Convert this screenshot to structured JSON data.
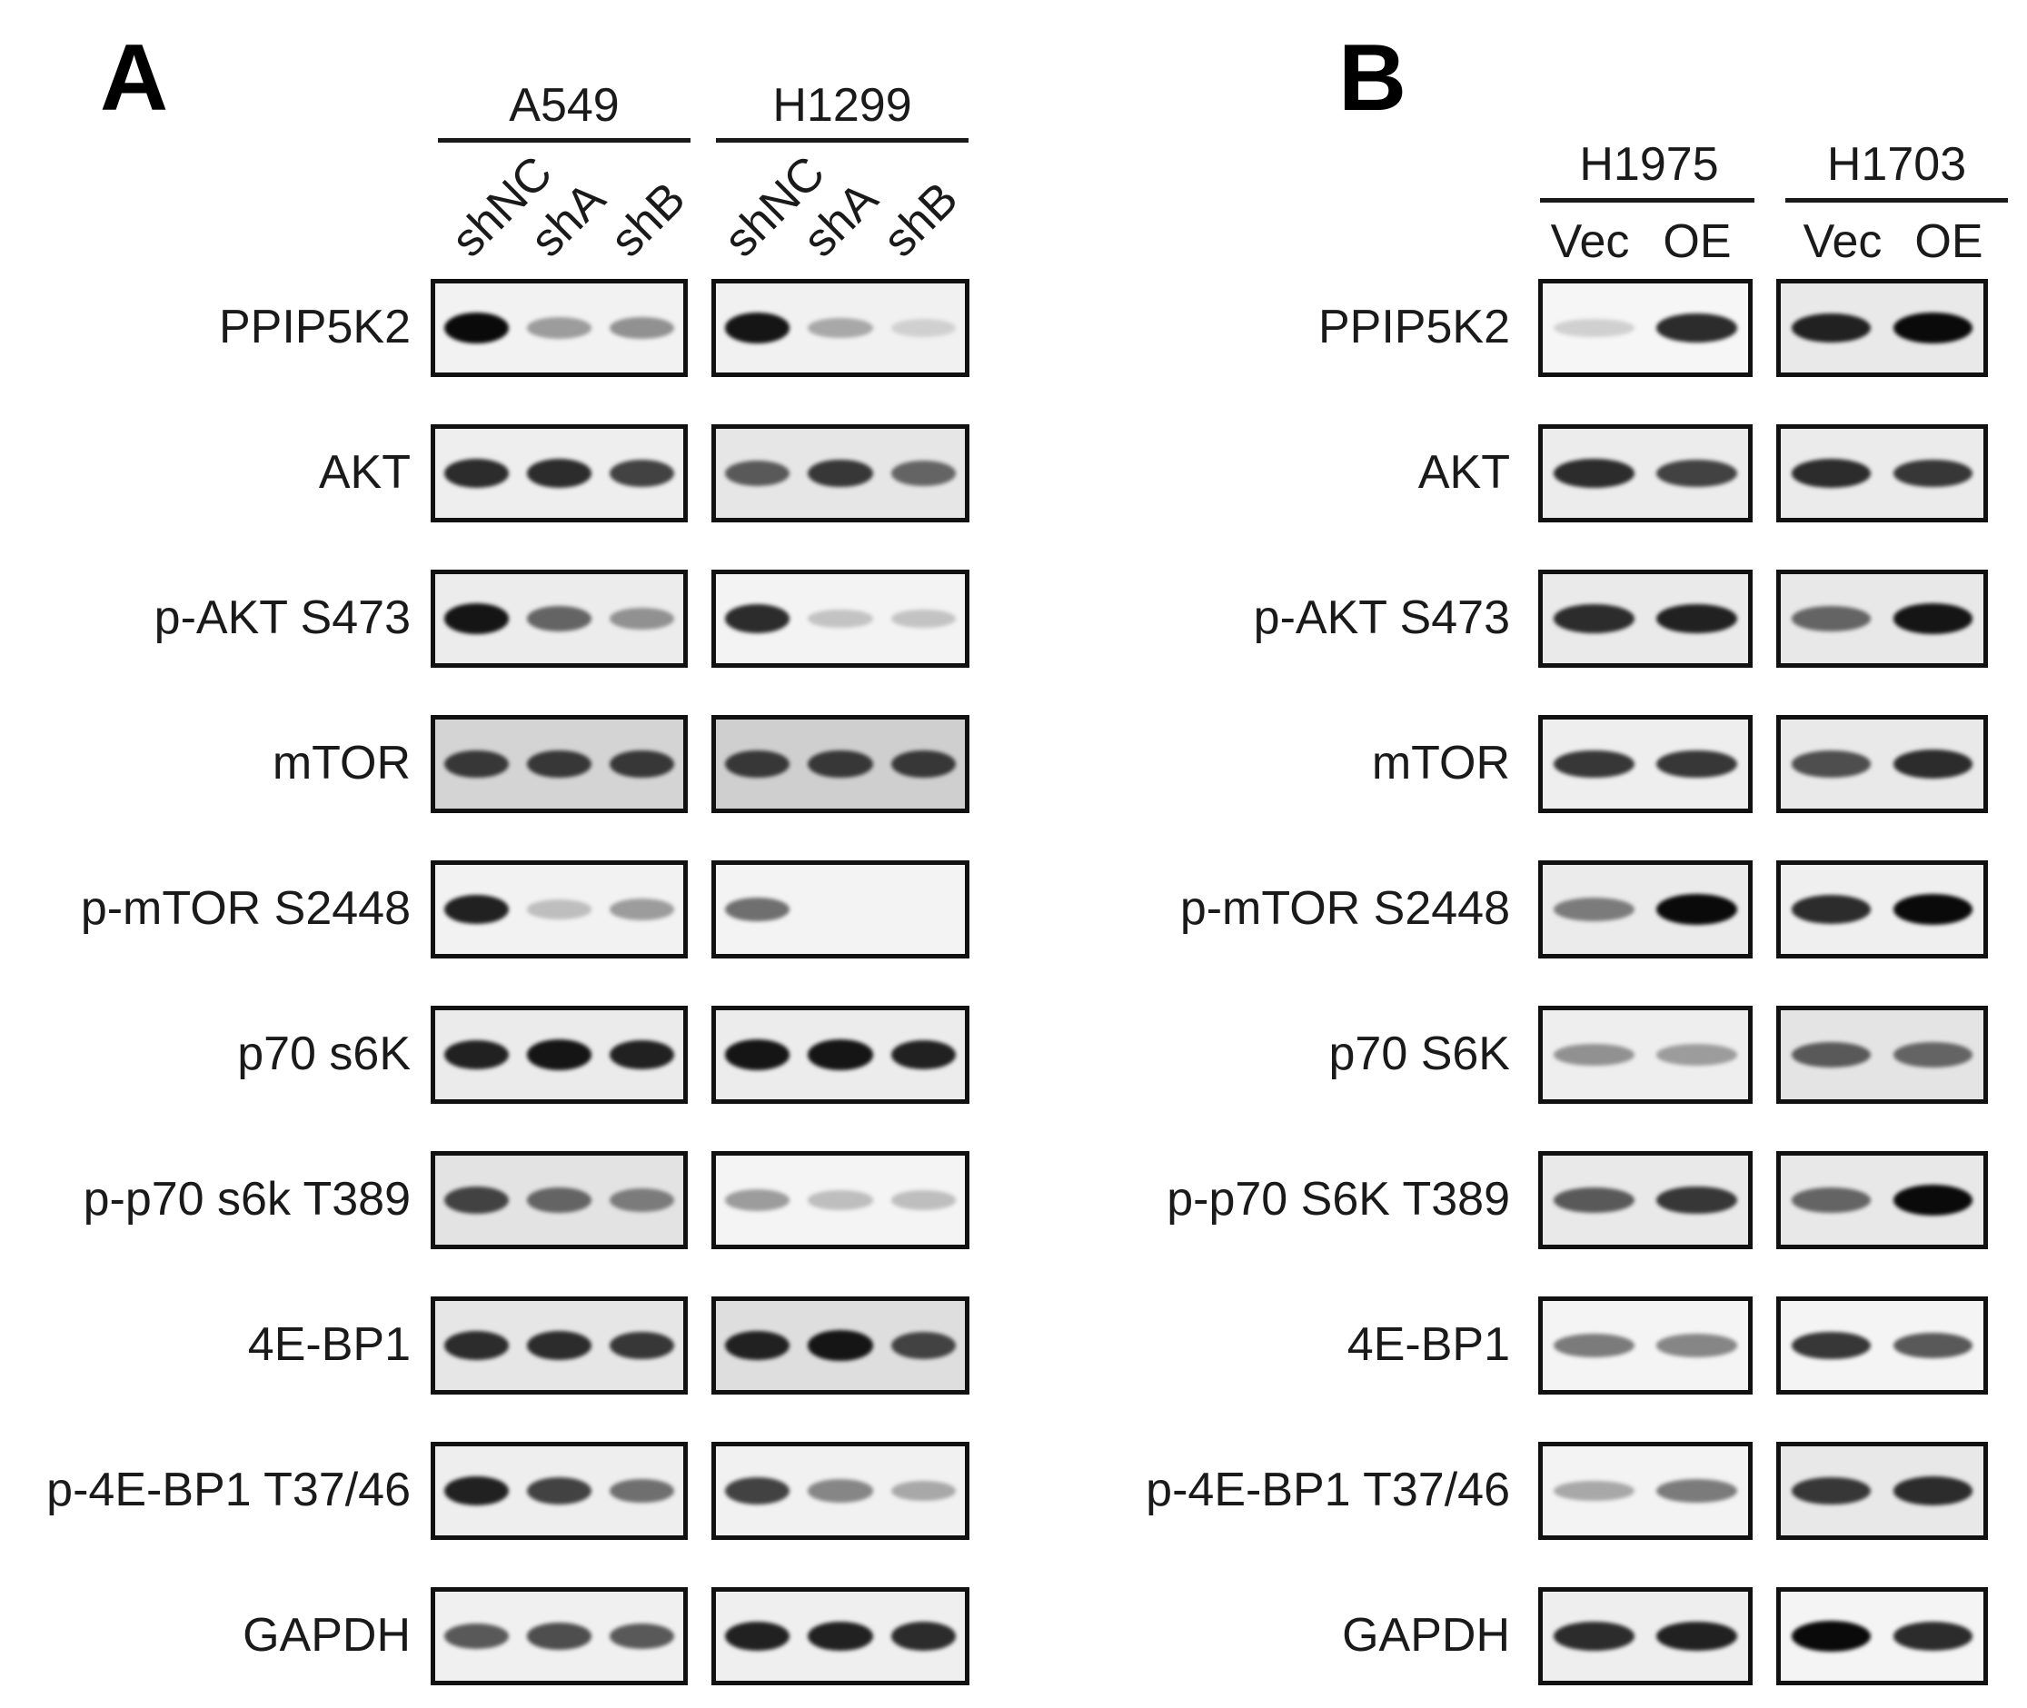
{
  "panel_a": {
    "letter": "A",
    "cell_lines": [
      "A549",
      "H1299"
    ],
    "lanes": [
      "shNC",
      "shA",
      "shB"
    ],
    "rows": [
      {
        "label": "PPIP5K2",
        "bands": [
          [
            1.0,
            0.35,
            0.4
          ],
          [
            0.95,
            0.3,
            0.12
          ]
        ],
        "bg": [
          "#f2f2f2",
          "#f1f1f1"
        ]
      },
      {
        "label": "AKT",
        "bands": [
          [
            0.85,
            0.85,
            0.75
          ],
          [
            0.65,
            0.8,
            0.6
          ]
        ],
        "bg": [
          "#eeeeee",
          "#e6e6e6"
        ]
      },
      {
        "label": "p-AKT S473",
        "bands": [
          [
            0.95,
            0.6,
            0.4
          ],
          [
            0.85,
            0.18,
            0.18
          ]
        ],
        "bg": [
          "#ececec",
          "#f3f3f3"
        ]
      },
      {
        "label": "mTOR",
        "bands": [
          [
            0.8,
            0.8,
            0.8
          ],
          [
            0.8,
            0.8,
            0.8
          ]
        ],
        "bg": [
          "#d4d4d4",
          "#cfcfcf"
        ]
      },
      {
        "label": "p-mTOR S2448",
        "bands": [
          [
            0.9,
            0.2,
            0.35
          ],
          [
            0.55,
            0.0,
            0.0
          ]
        ],
        "bg": [
          "#f2f2f2",
          "#f3f3f3"
        ]
      },
      {
        "label": "p70 s6K",
        "bands": [
          [
            0.9,
            0.95,
            0.9
          ],
          [
            0.95,
            0.95,
            0.9
          ]
        ],
        "bg": [
          "#ebebeb",
          "#ececec"
        ]
      },
      {
        "label": "p-p70 s6k T389",
        "bands": [
          [
            0.75,
            0.6,
            0.5
          ],
          [
            0.35,
            0.2,
            0.2
          ]
        ],
        "bg": [
          "#e3e3e3",
          "#f4f4f4"
        ]
      },
      {
        "label": "4E-BP1",
        "bands": [
          [
            0.85,
            0.85,
            0.8
          ],
          [
            0.9,
            0.95,
            0.75
          ]
        ],
        "bg": [
          "#e6e6e6",
          "#dedede"
        ]
      },
      {
        "label": "p-4E-BP1 T37/46",
        "bands": [
          [
            0.9,
            0.75,
            0.55
          ],
          [
            0.75,
            0.45,
            0.3
          ]
        ],
        "bg": [
          "#eeeeee",
          "#f1f1f1"
        ]
      },
      {
        "label": "GAPDH",
        "bands": [
          [
            0.65,
            0.7,
            0.65
          ],
          [
            0.9,
            0.9,
            0.85
          ]
        ],
        "bg": [
          "#f0f0f0",
          "#efefef"
        ]
      }
    ]
  },
  "panel_b": {
    "letter": "B",
    "cell_lines": [
      "H1975",
      "H1703"
    ],
    "lanes": [
      "Vec",
      "OE"
    ],
    "rows": [
      {
        "label": "PPIP5K2",
        "bands": [
          [
            0.12,
            0.85
          ],
          [
            0.9,
            1.0
          ]
        ],
        "bg": [
          "#f6f6f6",
          "#e9e9e9"
        ]
      },
      {
        "label": "AKT",
        "bands": [
          [
            0.85,
            0.75
          ],
          [
            0.85,
            0.8
          ]
        ],
        "bg": [
          "#ececec",
          "#ebebeb"
        ]
      },
      {
        "label": "p-AKT S473",
        "bands": [
          [
            0.85,
            0.9
          ],
          [
            0.6,
            0.95
          ]
        ],
        "bg": [
          "#eaeaea",
          "#e8e8e8"
        ]
      },
      {
        "label": "mTOR",
        "bands": [
          [
            0.8,
            0.8
          ],
          [
            0.7,
            0.85
          ]
        ],
        "bg": [
          "#eeeeee",
          "#e9e9e9"
        ]
      },
      {
        "label": "p-mTOR S2448",
        "bands": [
          [
            0.5,
            1.0
          ],
          [
            0.85,
            1.0
          ]
        ],
        "bg": [
          "#ebebeb",
          "#efefef"
        ]
      },
      {
        "label": "p70 S6K",
        "bands": [
          [
            0.4,
            0.35
          ],
          [
            0.65,
            0.6
          ]
        ],
        "bg": [
          "#eeeeee",
          "#e4e4e4"
        ]
      },
      {
        "label": "p-p70 S6K T389",
        "bands": [
          [
            0.65,
            0.8
          ],
          [
            0.6,
            1.0
          ]
        ],
        "bg": [
          "#e9e9e9",
          "#e8e8e8"
        ]
      },
      {
        "label": "4E-BP1",
        "bands": [
          [
            0.5,
            0.45
          ],
          [
            0.8,
            0.65
          ]
        ],
        "bg": [
          "#f4f4f4",
          "#f4f4f4"
        ]
      },
      {
        "label": "p-4E-BP1 T37/46",
        "bands": [
          [
            0.3,
            0.5
          ],
          [
            0.8,
            0.85
          ]
        ],
        "bg": [
          "#f3f3f3",
          "#e8e8e8"
        ]
      },
      {
        "label": "GAPDH",
        "bands": [
          [
            0.85,
            0.9
          ],
          [
            1.0,
            0.85
          ]
        ],
        "bg": [
          "#eeeeee",
          "#f4f4f4"
        ]
      }
    ]
  }
}
